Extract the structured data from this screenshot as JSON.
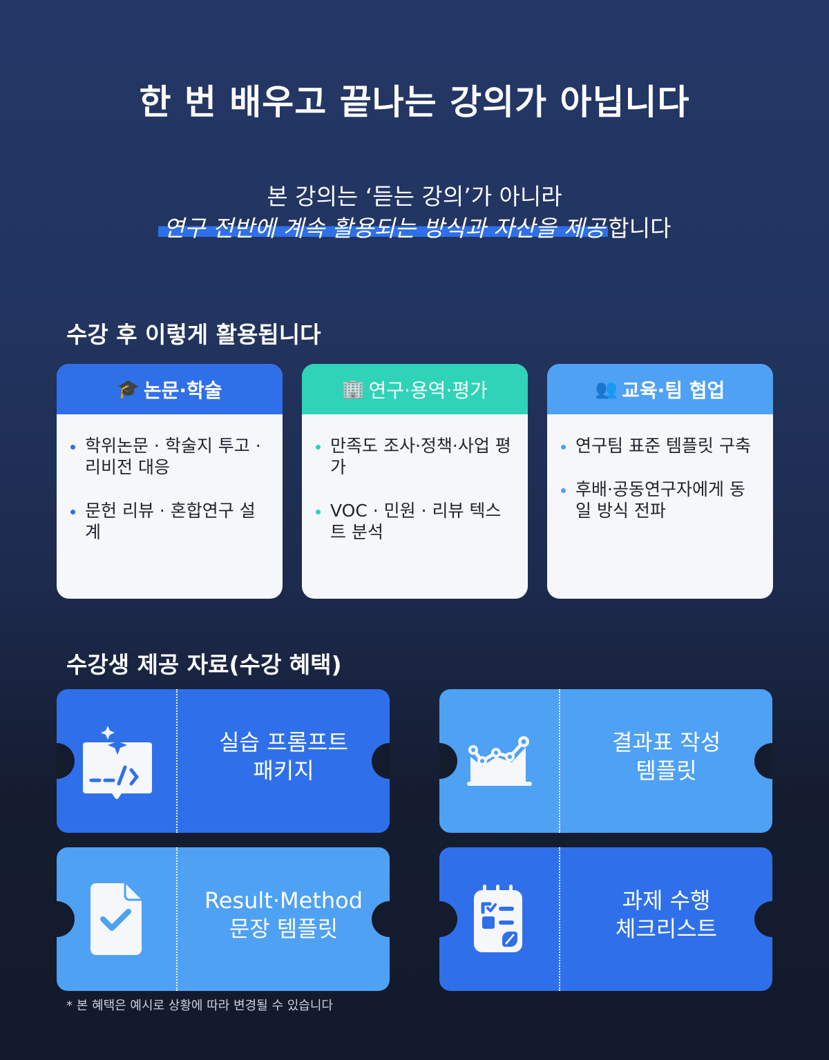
{
  "header": {
    "title": "한 번 배우고 끝나는 강의가 아닙니다"
  },
  "intro": {
    "line1": "본 강의는 ‘듣는 강의’가 아니라",
    "line2_highlight": "연구 전반에 계속 활용되는 방식과 자산을 제공",
    "line2_suffix": "합니다",
    "highlight_color": "#2f6fe8"
  },
  "usage_section": {
    "title": "수강 후 이렇게 활용됩니다",
    "cards": [
      {
        "icon": "graduation-cap-icon",
        "icon_glyph": "🎓",
        "title": "논문·학술",
        "header_color": "#2f6fe8",
        "bullet_color": "#2f6fe8",
        "items": [
          "학위논문 · 학술지 투고 · 리비전 대응",
          "문헌 리뷰 · 혼합연구 설계"
        ]
      },
      {
        "icon": "office-building-icon",
        "icon_glyph": "🏢",
        "title": "연구·용역·평가",
        "header_color": "#2fd3b8",
        "bullet_color": "#2fd3b8",
        "items": [
          "만족도 조사·정책·사업 평가",
          "VOC · 민원 · 리뷰 텍스트 분석"
        ]
      },
      {
        "icon": "people-icon",
        "icon_glyph": "👥",
        "title": "교육·팀 협업",
        "header_color": "#4fa1f3",
        "bullet_color": "#4fa1f3",
        "items": [
          "연구팀 표준 템플릿 구축",
          "후배·공동연구자에게 동일 방식 전파"
        ]
      }
    ]
  },
  "benefits_section": {
    "title": "수강생 제공 자료(수강 혜택)",
    "tickets": [
      {
        "icon": "code-prompt-icon",
        "line1": "실습 프롬프트",
        "line2": "패키지",
        "color": "#2f70ea"
      },
      {
        "icon": "line-chart-icon",
        "line1": "결과표 작성",
        "line2": "템플릿",
        "color": "#4fa1f3"
      },
      {
        "icon": "document-check-icon",
        "line1": "Result·Method",
        "line2": "문장 템플릿",
        "color": "#4fa1f3"
      },
      {
        "icon": "checklist-notepad-icon",
        "line1": "과제 수행",
        "line2": "체크리스트",
        "color": "#2f70ea"
      }
    ],
    "footnote": "* 본 혜택은 예시로 상황에 따라 변경될 수 있습니다"
  }
}
